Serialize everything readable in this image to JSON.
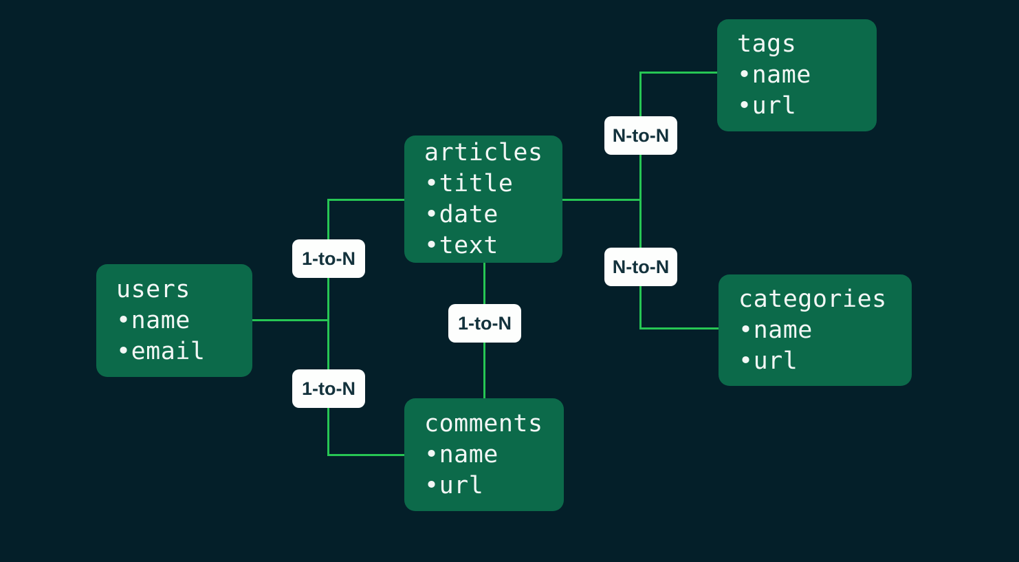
{
  "diagram": {
    "type": "entity-relationship",
    "entities": [
      {
        "id": "users",
        "name": "users",
        "fields": [
          "•name",
          "•email"
        ]
      },
      {
        "id": "articles",
        "name": "articles",
        "fields": [
          "•title",
          "•date",
          "•text"
        ]
      },
      {
        "id": "comments",
        "name": "comments",
        "fields": [
          "•name",
          "•url"
        ]
      },
      {
        "id": "tags",
        "name": "tags",
        "fields": [
          "•name",
          "•url"
        ]
      },
      {
        "id": "categories",
        "name": "categories",
        "fields": [
          "•name",
          "•url"
        ]
      }
    ],
    "relationships": [
      {
        "from": "users",
        "to": "articles",
        "label": "1-to-N"
      },
      {
        "from": "users",
        "to": "comments",
        "label": "1-to-N"
      },
      {
        "from": "articles",
        "to": "comments",
        "label": "1-to-N"
      },
      {
        "from": "articles",
        "to": "tags",
        "label": "N-to-N"
      },
      {
        "from": "articles",
        "to": "categories",
        "label": "N-to-N"
      }
    ]
  },
  "colors": {
    "background": "#041F29",
    "entity-fill": "#0C6A4A",
    "entity-text": "#F2F7F5",
    "line": "#27C654",
    "label-bg": "#FDFEFD",
    "label-text": "#13323C"
  }
}
